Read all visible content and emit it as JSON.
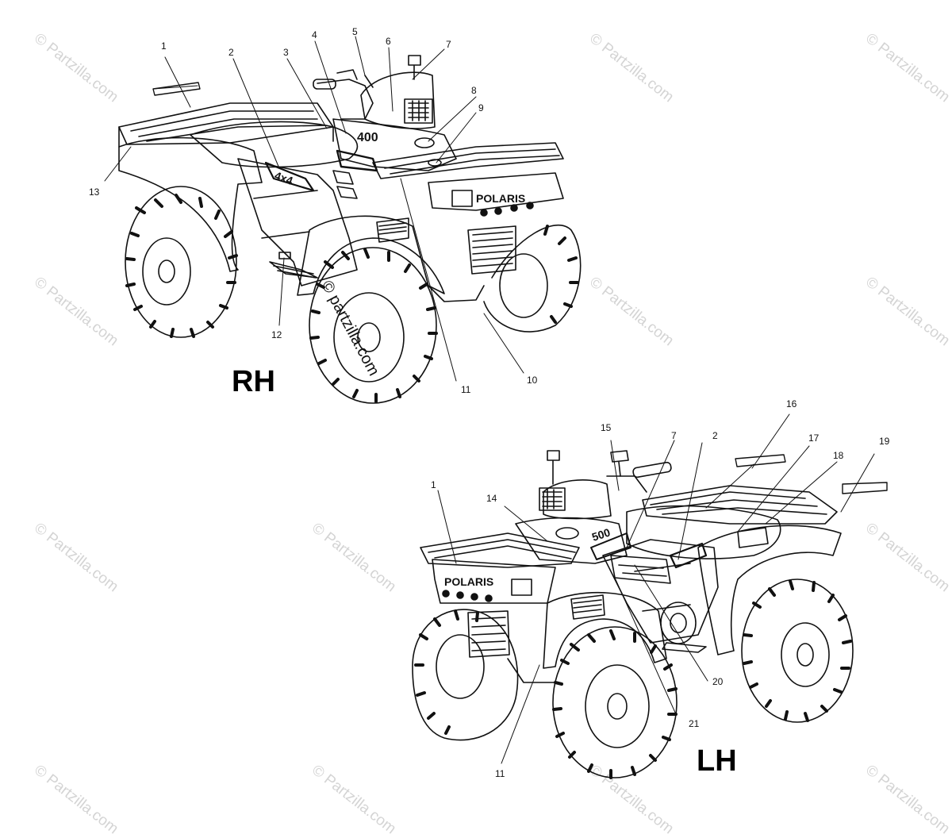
{
  "watermark": "© Partzilla.com",
  "center_watermark": "© partzilla.com",
  "views": {
    "rh_label": "RH",
    "lh_label": "LH"
  },
  "callouts_rh": [
    "1",
    "2",
    "3",
    "4",
    "5",
    "6",
    "7",
    "8",
    "9",
    "10",
    "11",
    "12",
    "13"
  ],
  "callouts_lh": [
    "1",
    "14",
    "15",
    "7",
    "2",
    "16",
    "17",
    "18",
    "19",
    "20",
    "21",
    "11"
  ]
}
